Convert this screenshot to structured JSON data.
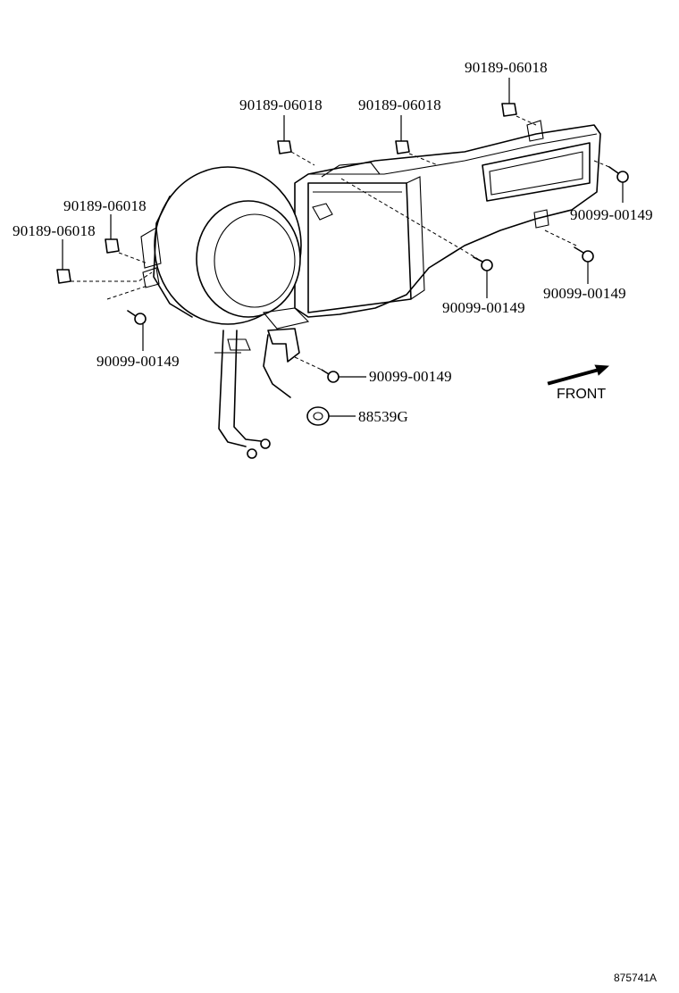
{
  "labels": {
    "clip_top_right": "90189-06018",
    "clip_top_mid": "90189-06018",
    "clip_top_left": "90189-06018",
    "clip_left_upper": "90189-06018",
    "clip_left_lower": "90189-06018",
    "screw_right_upper": "90099-00149",
    "screw_right_lower": "90099-00149",
    "screw_center": "90099-00149",
    "screw_left": "90099-00149",
    "screw_bottom": "90099-00149",
    "grommet": "88539G"
  },
  "direction_label": "FRONT",
  "figure_number": "875741A"
}
